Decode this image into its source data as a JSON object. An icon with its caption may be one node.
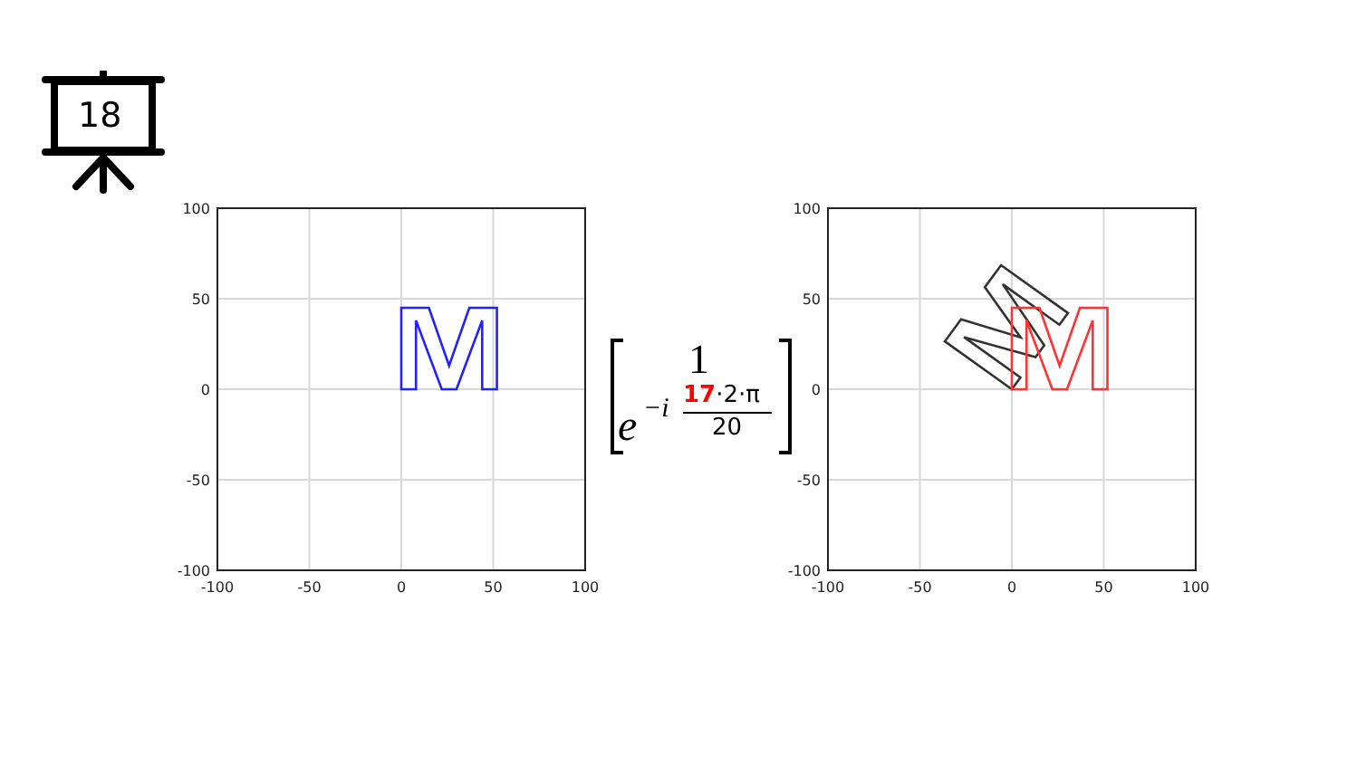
{
  "diagram": {
    "labels": [
      "18",
      "100",
      "50",
      "0",
      "-50",
      "-100",
      "-100",
      "-50",
      "0",
      "50",
      "100",
      "1",
      "e",
      "−i",
      "17",
      "·2·π",
      "20",
      "100",
      "50",
      "0",
      "-50",
      "-100",
      "-100",
      "-50",
      "0",
      "50",
      "100"
    ]
  }
}
